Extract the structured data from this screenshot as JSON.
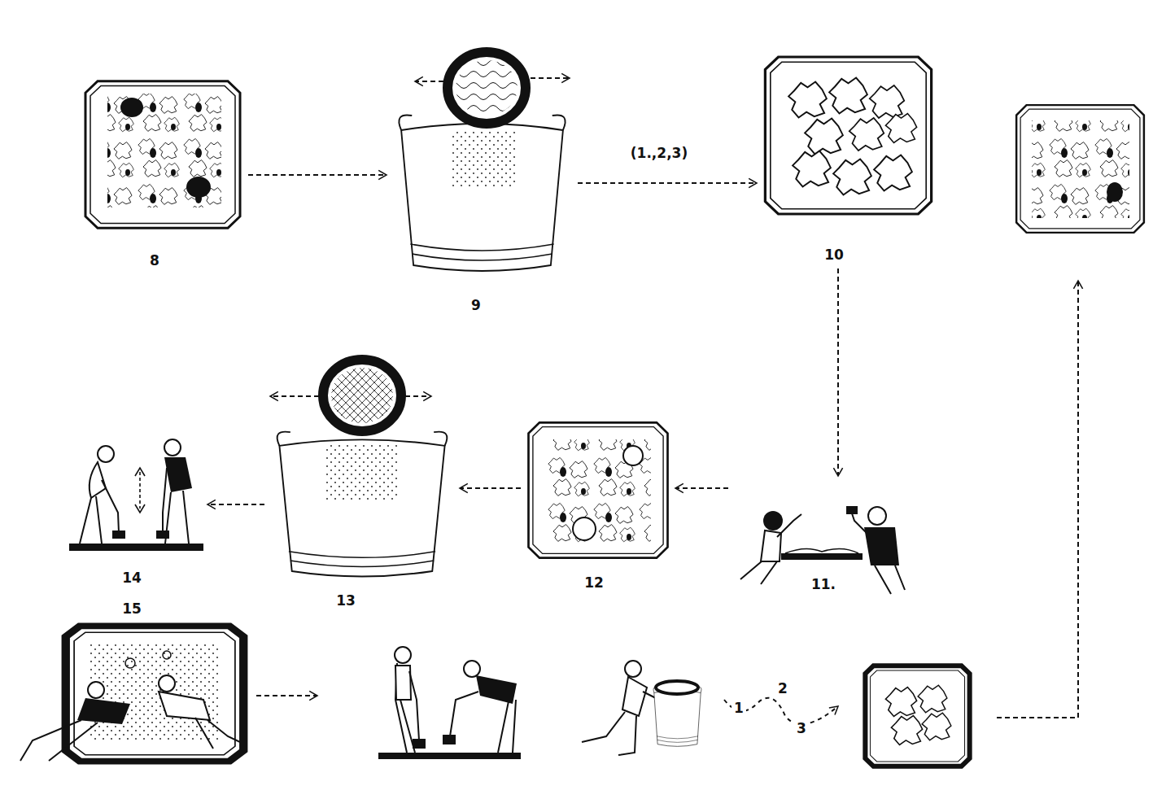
{
  "diagram": {
    "nodes": [
      {
        "text": [
          "8"
        ]
      },
      {
        "text": [
          "9"
        ]
      },
      {
        "text": [
          "10"
        ]
      },
      {
        "text": [
          "11."
        ]
      },
      {
        "text": [
          "12"
        ]
      },
      {
        "text": [
          "13"
        ]
      },
      {
        "text": [
          "14"
        ]
      },
      {
        "text": [
          "15"
        ]
      }
    ],
    "edges": [
      {
        "from": 0,
        "to": 1,
        "arrow": "to"
      },
      {
        "from": 1,
        "to": 2,
        "label": "(1.,2,3)",
        "arrow": "to"
      },
      {
        "from": 2,
        "to": 3,
        "arrow": "to"
      },
      {
        "from": 3,
        "to": 4,
        "arrow": "to"
      },
      {
        "from": 4,
        "to": 5,
        "arrow": "to"
      },
      {
        "from": 5,
        "to": 6,
        "arrow": "to"
      }
    ],
    "labels": [
      "1",
      "2",
      "3"
    ]
  }
}
